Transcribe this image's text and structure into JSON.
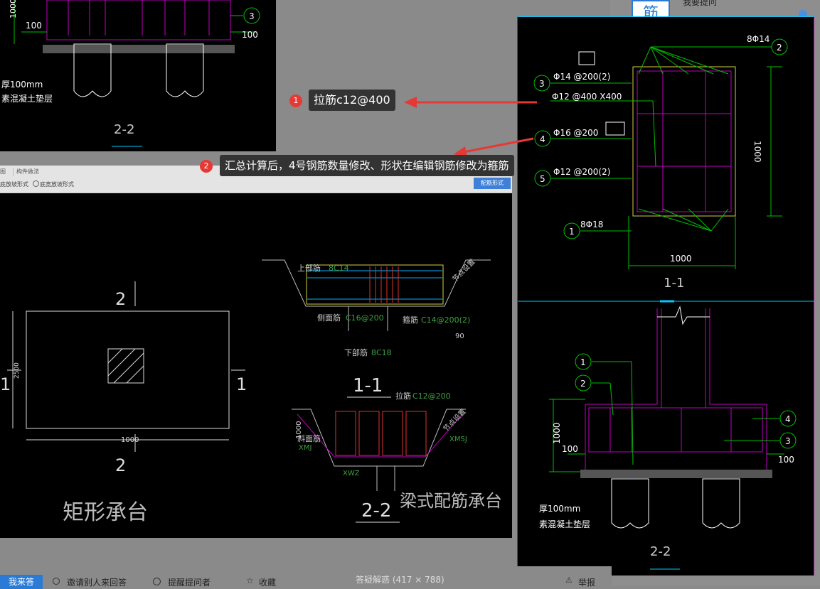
{
  "background_color": "#8a8a8a",
  "top_right_logo_char": "筋",
  "top_right_text": "我要提问",
  "callouts": [
    {
      "number": "1",
      "text": "拉筋c12@400"
    },
    {
      "number": "2",
      "text": "汇总计算后，4号钢筋数量修改、形状在编辑钢筋修改为箍筋"
    }
  ],
  "image_caption": "答疑解惑 (417 × 788)",
  "bottom": {
    "answer_button": "我来答",
    "invite": "邀请别人来回答",
    "remind": "提醒提问者",
    "favorite": "收藏",
    "report": "举报"
  },
  "top_left_drawing": {
    "labels": {
      "dim_1000": "1000",
      "dim_100_left": "100",
      "dim_100_right": "100",
      "circle_3": "3",
      "pad_text1": "厚100mm",
      "pad_text2": "素混凝土垫层",
      "section": "2-2"
    }
  },
  "software_panel": {
    "tabs": [
      "图",
      "构件做法"
    ],
    "radio_1": "底放坡形式",
    "radio_2": "底宽放坡形式",
    "match_button": "配筋形式",
    "rect_cap": {
      "title": "矩形承台",
      "section_top": "2",
      "section_bottom": "2",
      "section_left": "1",
      "section_right": "1",
      "dim_height": "2500",
      "dim_width": "1000"
    },
    "beam_cap": {
      "title": "梁式配筋承台",
      "section_1": "1-1",
      "section_2": "2-2",
      "top_bar_label": "上部筋",
      "top_bar_value": "8C14",
      "side_bar_label": "侧面筋",
      "side_bar_value": "C16@200",
      "stirrup_label": "箍筋",
      "stirrup_value": "C14@200(2)",
      "bottom_bar_label": "下部筋",
      "bottom_bar_value": "8C18",
      "tie_label": "拉筋",
      "tie_value": "C12@200",
      "slope_label": "斜面筋",
      "xmj": "XMJ",
      "xmsj": "XMSJ",
      "xwz": "XWZ",
      "node1": "节点设置",
      "node2": "节点设置",
      "angle": "90",
      "h_dim": "1000"
    }
  },
  "right_drawing": {
    "labels": {
      "n2": "8Φ14",
      "n3": "Φ14 @200(2)",
      "n_tie": "Φ12 @400 X400",
      "n4": "Φ16 @200",
      "n5": "Φ12 @200(2)",
      "n1": "8Φ18",
      "dim_side": "1000",
      "dim_bottom": "1000",
      "section_1": "1-1",
      "dim_1000_b": "1000",
      "dim_100_l": "100",
      "dim_100_r": "100",
      "pad_text1": "厚100mm",
      "pad_text2": "素混凝土垫层",
      "section_2": "2-2",
      "c1": "1",
      "c2": "2",
      "c3": "3",
      "c4": "4",
      "c5": "5"
    }
  }
}
